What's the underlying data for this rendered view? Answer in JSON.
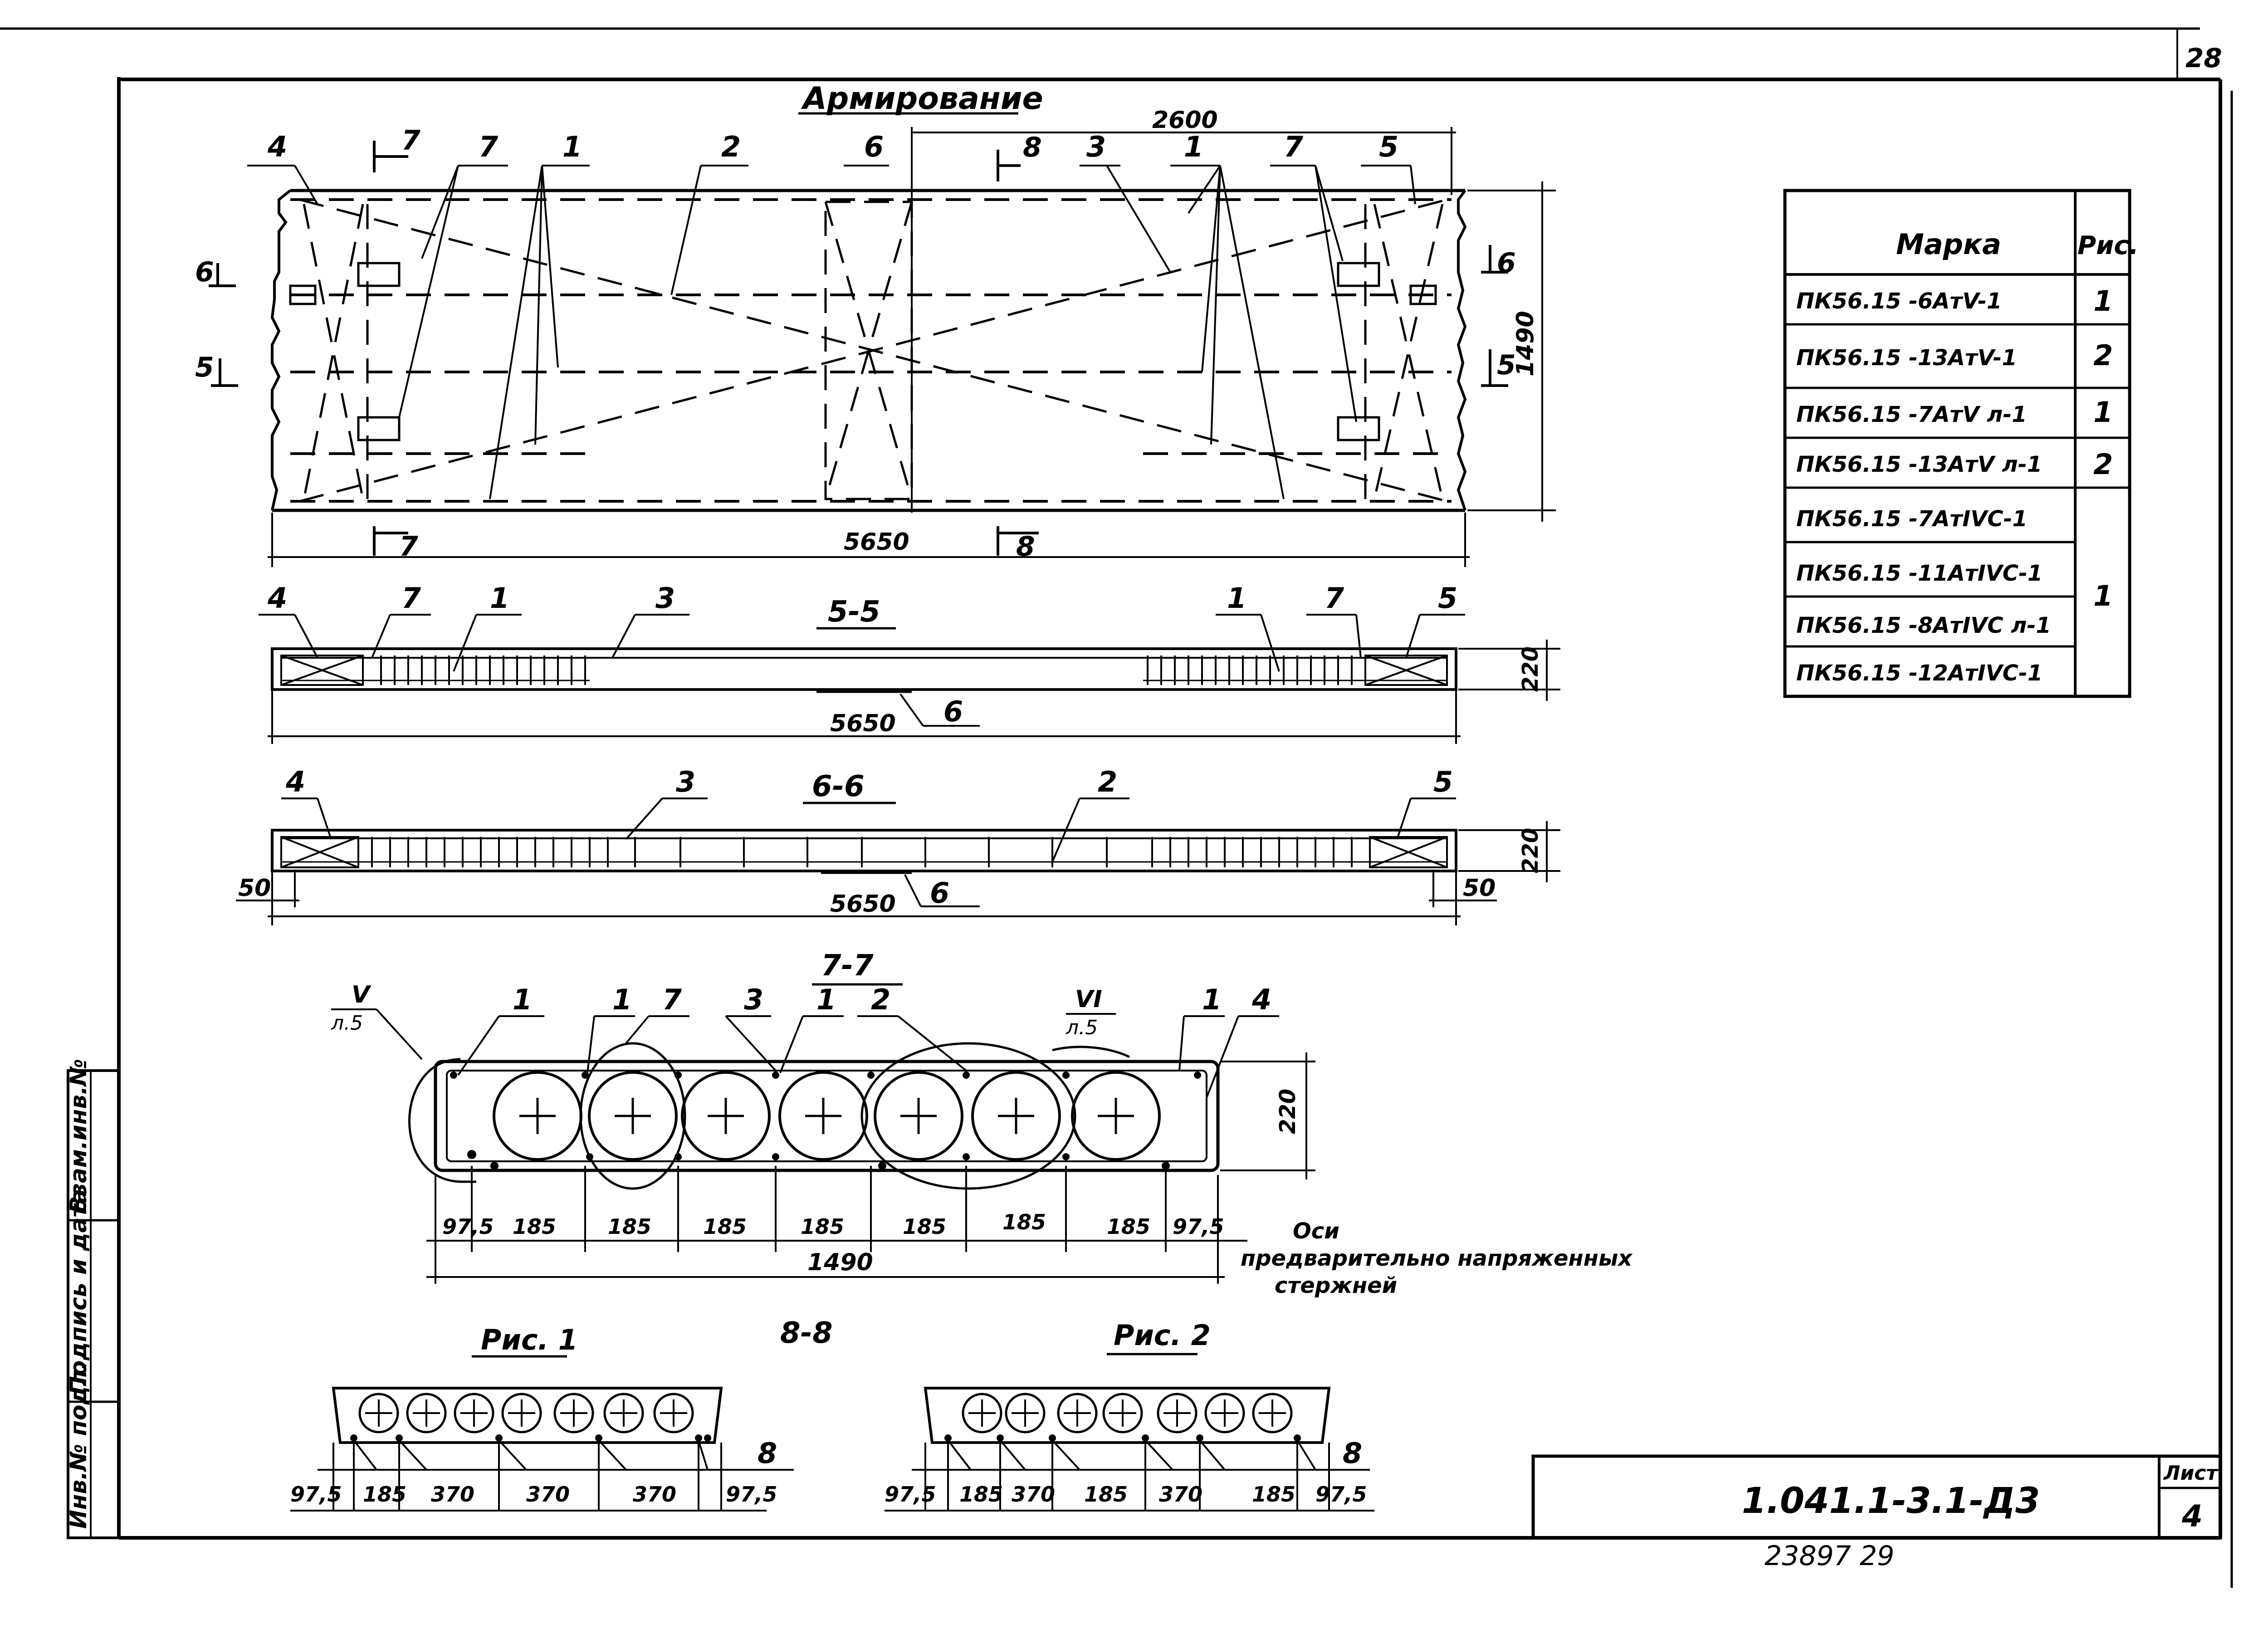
{
  "sheet_number": "28",
  "plan": {
    "title": "Армирование",
    "dim_top": "2600",
    "dim_length": "5650",
    "dim_width": "1490",
    "callouts": [
      "4",
      "7",
      "7",
      "1",
      "2",
      "6",
      "8",
      "3",
      "1",
      "7",
      "5"
    ],
    "section_marks": {
      "left_upper": "6",
      "left_lower": "5",
      "right_upper": "6",
      "right_lower": "5",
      "bottom_left": "7",
      "bottom_mid": "8",
      "top_mid": "8",
      "top_left": "7"
    }
  },
  "section_55": {
    "title": "5-5",
    "callouts": [
      "4",
      "7",
      "1",
      "3",
      "1",
      "7",
      "5"
    ],
    "bottom_callout": "6",
    "dim_length": "5650",
    "dim_height": "220"
  },
  "section_66": {
    "title": "6-6",
    "callouts": [
      "4",
      "3",
      "2",
      "5"
    ],
    "bottom_callout": "6",
    "dim_length": "5650",
    "dim_height": "220",
    "dim_left": "50",
    "dim_right": "50"
  },
  "section_77": {
    "title": "7-7",
    "callouts": [
      "1",
      "1",
      "7",
      "3",
      "1",
      "2",
      "1",
      "4"
    ],
    "node_v": {
      "num": "V",
      "sheet": "л.5"
    },
    "node_vi": {
      "num": "VI",
      "sheet": "л.5"
    },
    "dim_height": "220",
    "dims": [
      "97,5",
      "185",
      "185",
      "185",
      "185",
      "185",
      "185",
      "185",
      "97,5"
    ],
    "dim_total": "1490",
    "axes_note": [
      "Оси",
      "предварительно напряженных",
      "стержней"
    ]
  },
  "section_88": {
    "title": "8-8"
  },
  "fig1": {
    "title": "Рис. 1",
    "callout": "8",
    "dims": [
      "97,5",
      "185",
      "370",
      "370",
      "370",
      "97,5"
    ]
  },
  "fig2": {
    "title": "Рис. 2",
    "callout": "8",
    "dims": [
      "97,5",
      "185",
      "370",
      "185",
      "370",
      "185",
      "97,5"
    ]
  },
  "table": {
    "headers": {
      "mark": "Марка",
      "fig": "Рис."
    },
    "rows": [
      {
        "mark": "ПК56.15 -6АтV-1",
        "fig": "1"
      },
      {
        "mark": "ПК56.15 -13АтV-1",
        "fig": "2"
      },
      {
        "mark": "ПК56.15 -7АтV л-1",
        "fig": "1"
      },
      {
        "mark": "ПК56.15 -13АтV л-1",
        "fig": "2"
      },
      {
        "mark": "ПК56.15 -7АтIVС-1",
        "fig": ""
      },
      {
        "mark": "ПК56.15 -11АтIVС-1",
        "fig": "1"
      },
      {
        "mark": "ПК56.15 -8АтIVС л-1",
        "fig": ""
      },
      {
        "mark": "ПК56.15 -12АтIVС-1",
        "fig": ""
      }
    ]
  },
  "side_stamp": [
    "Инв.№ подл.",
    "Подпись и дата",
    "Взам.инв.№"
  ],
  "title_block": {
    "code": "1.041.1-3.1-Д3",
    "sheet_label": "Лист",
    "sheet_value": "4"
  },
  "archive_number": "23897  29"
}
